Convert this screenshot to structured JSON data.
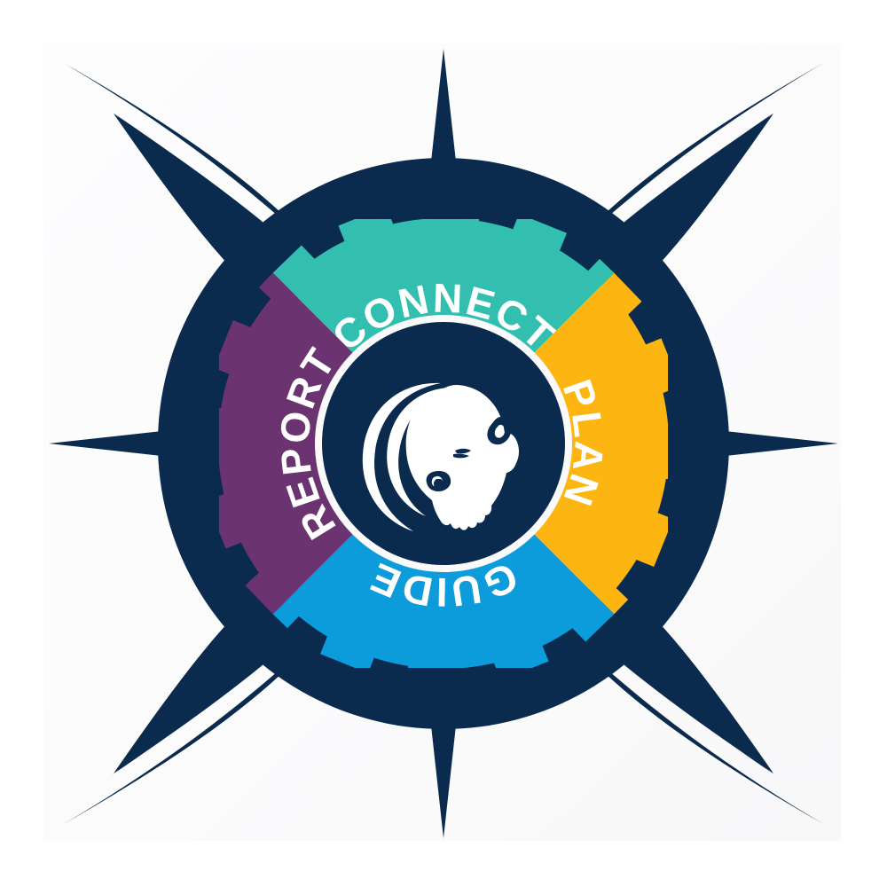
{
  "graphic": {
    "title": "Compass process wheel",
    "center_logo": {
      "name": "bison-head-logo",
      "description": "White bison head with crescent swoosh arcs",
      "fill": "#FFFFFF",
      "background": "#0A2B4E"
    },
    "compass": {
      "name": "compass-rose",
      "color": "#0A2B4E",
      "points": [
        "north",
        "east",
        "south",
        "west",
        "northeast",
        "southeast",
        "southwest",
        "northwest"
      ]
    },
    "outer_ring": {
      "color": "#0A2B4E",
      "gap_color": "#FAFAFB"
    },
    "segments": [
      {
        "id": "connect",
        "label": "CONNECT",
        "color": "#33BFAF",
        "text_color": "#FFFFFF",
        "position": "top",
        "start_angle": -135,
        "end_angle": -45
      },
      {
        "id": "plan",
        "label": "PLAN",
        "color": "#FDB511",
        "text_color": "#FFFFFF",
        "position": "right",
        "start_angle": -45,
        "end_angle": 45
      },
      {
        "id": "guide",
        "label": "GUIDE",
        "color": "#0C9CDB",
        "text_color": "#FFFFFF",
        "position": "bottom",
        "start_angle": 45,
        "end_angle": 135
      },
      {
        "id": "report",
        "label": "REPORT",
        "color": "#6B3370",
        "text_color": "#FFFFFF",
        "position": "left",
        "start_angle": 135,
        "end_angle": 225
      }
    ],
    "colors": {
      "navy": "#0A2B4E",
      "teal": "#33BFAF",
      "orange": "#FDB511",
      "blue": "#0C9CDB",
      "purple": "#6B3370",
      "white": "#FFFFFF",
      "panel": "#FAFAFB"
    }
  }
}
